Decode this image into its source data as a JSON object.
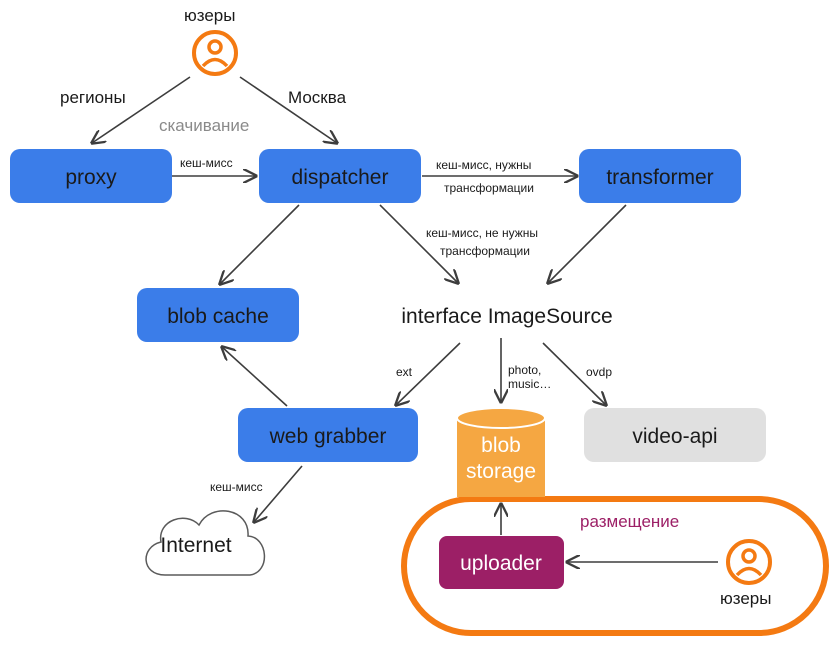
{
  "colors": {
    "service_blue": "#3b7de9",
    "external_gray": "#e0e0e0",
    "storage_orange": "#f5a742",
    "uploader_purple": "#9c1f66",
    "highlight_orange": "#f47a12",
    "user_icon_orange": "#f47a12",
    "text_dark": "#1a1a1a",
    "text_gray": "#8a8a8a",
    "text_purple": "#9c1f66"
  },
  "icons": {
    "users_top": "user-icon",
    "users_bottom": "user-icon",
    "internet": "cloud-icon",
    "storage": "database-cylinder-icon"
  },
  "labels": {
    "users_top": "юзеры",
    "users_bottom": "юзеры",
    "regions": "регионы",
    "moscow": "Москва",
    "download": "скачивание",
    "upload": "размещение"
  },
  "nodes": {
    "proxy": "proxy",
    "dispatcher": "dispatcher",
    "transformer": "transformer",
    "blob_cache": "blob cache",
    "image_source": "interface ImageSource",
    "web_grabber": "web grabber",
    "blob_storage_line1": "blob",
    "blob_storage_line2": "storage",
    "video_api": "video-api",
    "internet": "Internet",
    "uploader": "uploader"
  },
  "edges": {
    "proxy_dispatcher": "кеш-мисс",
    "dispatcher_transformer_line1": "кеш-мисс, нужны",
    "dispatcher_transformer_line2": "трансформации",
    "dispatcher_imagesource_line1": "кеш-мисс, не нужны",
    "dispatcher_imagesource_line2": "трансформации",
    "imagesource_webgrabber": "ext",
    "imagesource_storage_line1": "photo,",
    "imagesource_storage_line2": "music…",
    "imagesource_videoapi": "ovdp",
    "webgrabber_internet": "кеш-мисс"
  }
}
